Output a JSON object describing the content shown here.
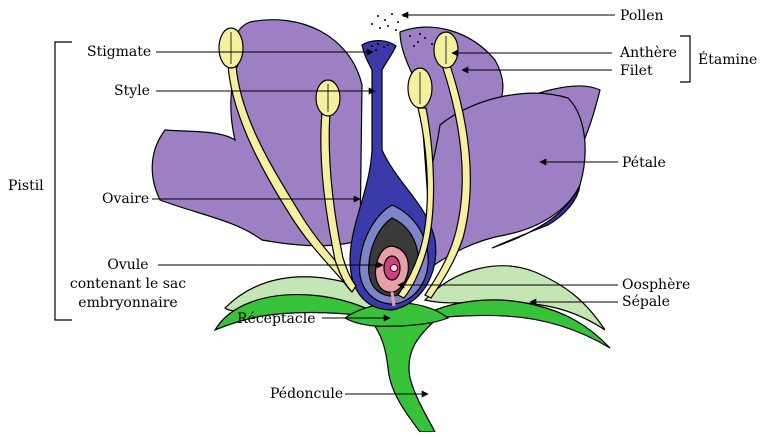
{
  "colors": {
    "petal": "#9d80c4",
    "petal_dark": "#3e2fae",
    "pistil": "#3a3aaa",
    "stamen": "#f4f0a0",
    "sepal": "#c4e6b4",
    "stem": "#37c23a",
    "ovary_core": "#3a3a3a",
    "ovule": "#d04080"
  },
  "labels": {
    "pollen": "Pollen",
    "stigmate": "Stigmate",
    "style": "Style",
    "anthere": "Anthère",
    "filet": "Filet",
    "etamine": "Étamine",
    "ovaire": "Ovaire",
    "petale": "Pétale",
    "pistil": "Pistil",
    "ovule_line1": "Ovule",
    "ovule_line2": "contenant le sac",
    "ovule_line3": "embryonnaire",
    "oosphere": "Oosphère",
    "sepale": "Sépale",
    "receptacle": "Réceptacle",
    "pedoncule": "Pédoncule"
  }
}
